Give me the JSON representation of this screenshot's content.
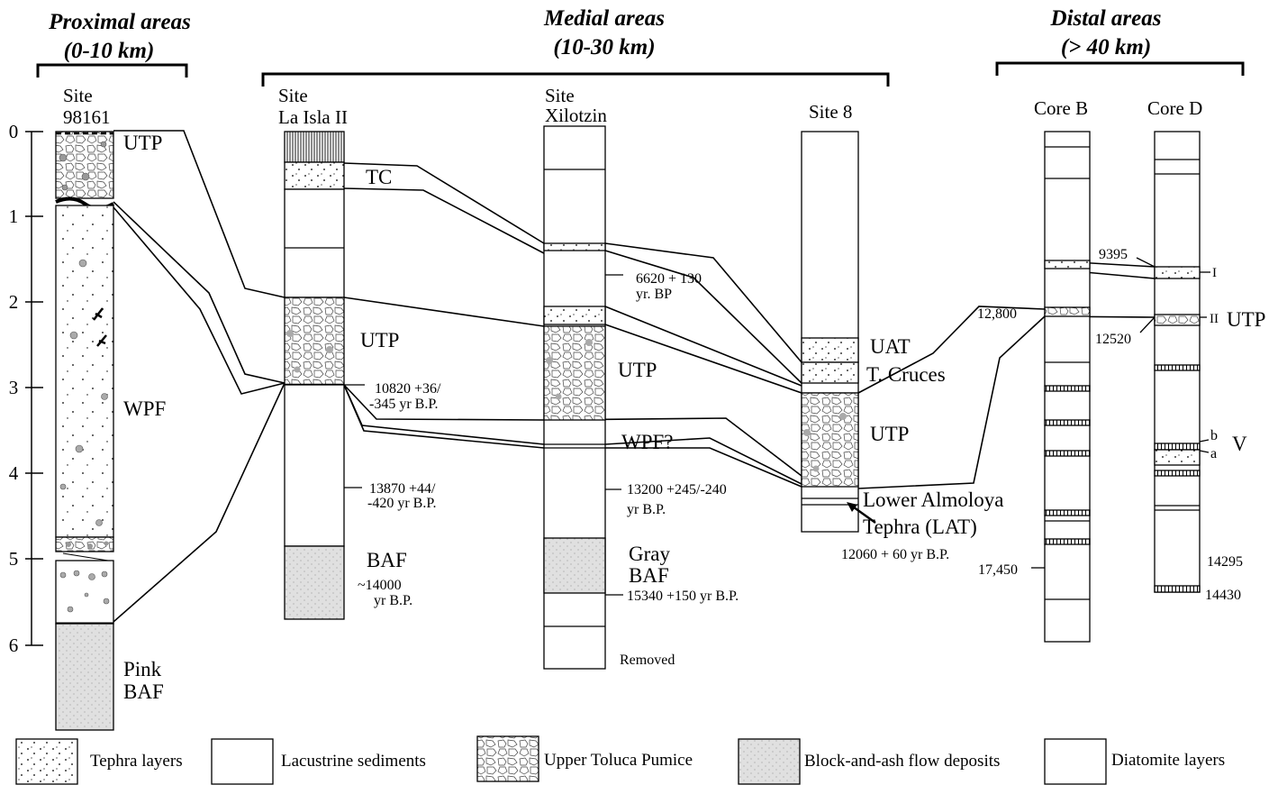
{
  "headers": {
    "proximal": {
      "line1": "Proximal areas",
      "line2": "(0-10 km)"
    },
    "medial": {
      "line1": "Medial areas",
      "line2": "(10-30 km)"
    },
    "distal": {
      "line1": "Distal areas",
      "line2": "(> 40  km)"
    }
  },
  "depth_ticks": [
    "0",
    "1",
    "2",
    "3",
    "4",
    "5",
    "6"
  ],
  "columns": {
    "site98161": {
      "line1": "Site",
      "line2": "98161"
    },
    "laisla": {
      "line1": "Site",
      "line2": "La Isla II"
    },
    "xilotzin": {
      "line1": "Site",
      "line2": "Xilotzin"
    },
    "site8": {
      "line1": "Site 8"
    },
    "coreB": {
      "line1": "Core B"
    },
    "coreD": {
      "line1": "Core D"
    }
  },
  "labels": {
    "utp_98161": "UTP",
    "wpf_98161": "WPF",
    "pink_baf_1": "Pink",
    "pink_baf_2": "BAF",
    "tc": "TC",
    "utp_laisla": "UTP",
    "baf_laisla": "BAF",
    "utp_xil": "UTP",
    "wpf_q": "WPF?",
    "gray_baf_1": "Gray",
    "gray_baf_2": "BAF",
    "removed": "Removed",
    "uat": "UAT",
    "tcruces": "T. Cruces",
    "utp_site8": "UTP",
    "lat_1": "Lower Almoloya",
    "lat_2": "Tephra (LAT)",
    "utp_cored": "UTP",
    "marker_I": "I",
    "marker_II": "II",
    "marker_V": "V",
    "marker_b": "b",
    "marker_a": "a"
  },
  "dates": {
    "d10820_1": "10820 +36/",
    "d10820_2": "-345 yr B.P.",
    "d13870_1": "13870 +44/",
    "d13870_2": "-420 yr B.P.",
    "d14000_1": "~14000",
    "d14000_2": "yr B.P.",
    "d6620_1": "6620 + 130",
    "d6620_2": "yr. BP",
    "d13200_1": "13200 +245/-240",
    "d13200_2": "yr B.P.",
    "d15340": "15340 +150 yr B.P.",
    "d12060": "12060 + 60 yr B.P.",
    "d12800": "12,800",
    "d17450": "17,450",
    "d9395": "9395",
    "d12520": "12520",
    "d14295": "14295",
    "d14430": "14430"
  },
  "legend": [
    {
      "pattern": "tephra",
      "label": "Tephra layers"
    },
    {
      "pattern": "lacustrine",
      "label": "Lacustrine sediments"
    },
    {
      "pattern": "pumice",
      "label": "Upper Toluca Pumice"
    },
    {
      "pattern": "baf",
      "label": "Block-and-ash flow deposits"
    },
    {
      "pattern": "diatomite",
      "label": "Diatomite layers"
    }
  ]
}
